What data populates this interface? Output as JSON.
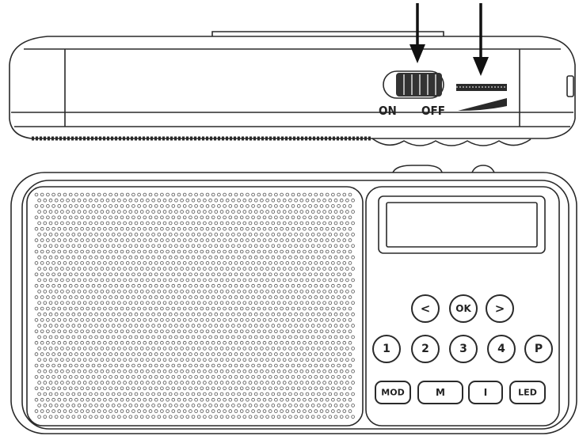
{
  "top_view": {
    "switch_on_label": "ON",
    "switch_off_label": "OFF"
  },
  "front_view": {
    "nav_keys": [
      "<",
      "OK",
      ">"
    ],
    "number_keys": [
      "1",
      "2",
      "3",
      "4",
      "P"
    ],
    "function_keys": [
      "MOD",
      "M",
      "I",
      "LED"
    ]
  },
  "colors": {
    "line": "#2a2a2a",
    "fill": "#ffffff",
    "switch_dark": "#333333"
  }
}
